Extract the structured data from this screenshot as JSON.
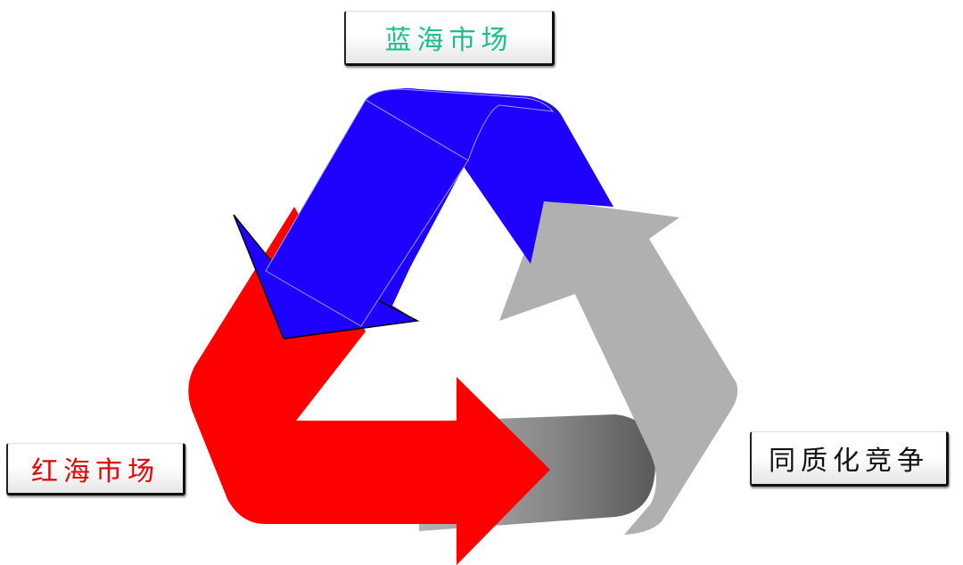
{
  "diagram": {
    "type": "cycle",
    "labels": {
      "blue_ocean": "蓝海市场",
      "red_ocean": "红海市场",
      "homogeneous_competition": "同质化竞争"
    },
    "colors": {
      "blue_ocean_text": "#19c08a",
      "red_ocean_text": "#e60000",
      "homogeneous_text": "#111111",
      "blue_arrow": "#1e00ff",
      "red_arrow": "#ff0000",
      "gray_arrow": "#b0b0b0",
      "gray_arrow_dark": "#5f5f5f"
    },
    "flow": [
      {
        "from": "同质化竞争",
        "to": "蓝海市场",
        "arrow": "gray"
      },
      {
        "from": "蓝海市场",
        "to": "红海市场",
        "arrow": "blue"
      },
      {
        "from": "红海市场",
        "to": "同质化竞争",
        "arrow": "red"
      }
    ]
  }
}
